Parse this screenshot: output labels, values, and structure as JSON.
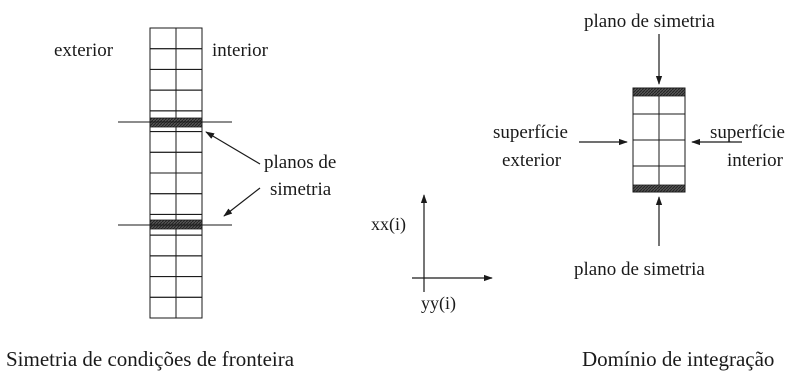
{
  "left_panel": {
    "label_exterior": "exterior",
    "label_interior": "interior",
    "label_planos_line1": "planos de",
    "label_planos_line2": "simetria",
    "caption": "Simetria de condições de fronteira"
  },
  "axes": {
    "vertical_label": "xx(i)",
    "horizontal_label": "yy(i)"
  },
  "right_panel": {
    "label_top": "plano de simetria",
    "label_bottom": "plano de simetria",
    "label_left_line1": "superfície",
    "label_left_line2": "exterior",
    "label_right_line1": "superfície",
    "label_right_line2": "interior",
    "caption": "Domínio de integração"
  }
}
